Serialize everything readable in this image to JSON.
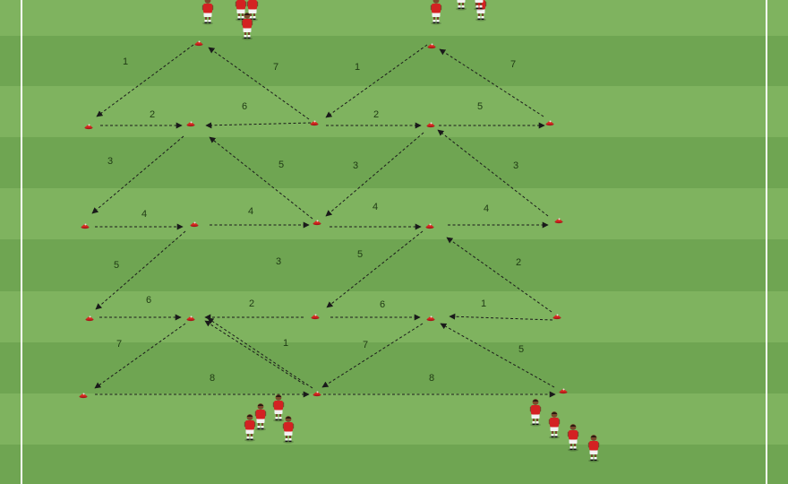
{
  "colors": {
    "stripe_light": "#7fb35f",
    "stripe_dark": "#6fa552",
    "line": "#ffffff",
    "arrow": "#1a1a1a",
    "cone": "#d62a1f",
    "shirt": "#d32222",
    "shorts": "#f2f2f2",
    "skin": "#7a4a2c"
  },
  "drill": {
    "left_passes": [
      "1",
      "2",
      "3",
      "4",
      "5",
      "6",
      "7",
      "8",
      "6",
      "5",
      "4",
      "3",
      "2",
      "1",
      "7"
    ],
    "right_passes": [
      "1",
      "2",
      "3",
      "4",
      "5",
      "6",
      "7",
      "8",
      "5",
      "4",
      "3",
      "2",
      "1",
      "5",
      "7"
    ]
  }
}
